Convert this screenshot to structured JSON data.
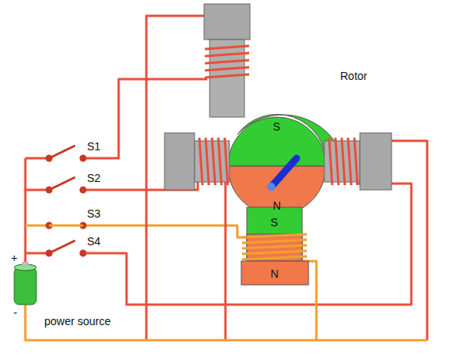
{
  "diagram": {
    "labels": [
      "S1",
      "S2",
      "S3",
      "S4",
      "Rotor",
      "S",
      "N",
      "S",
      "N",
      "+",
      "-",
      "power source"
    ]
  }
}
